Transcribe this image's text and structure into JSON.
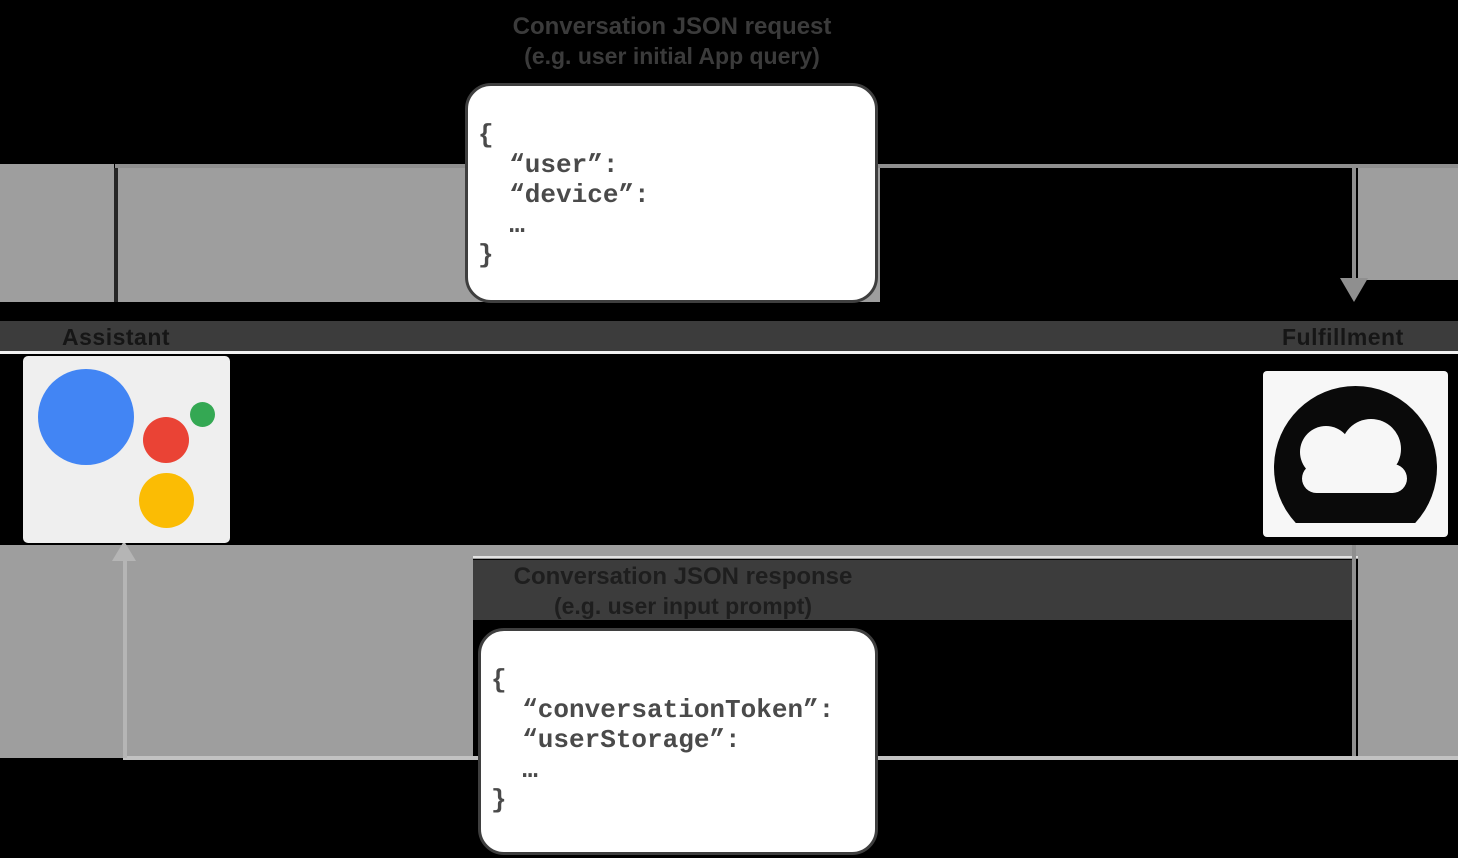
{
  "diagram": {
    "request": {
      "title": "Conversation JSON request",
      "subtitle": "(e.g. user initial App query)",
      "code": [
        "{",
        "  “user”:",
        "  “device”:",
        "  …",
        "}"
      ]
    },
    "response": {
      "title": "Conversation JSON response",
      "subtitle": "(e.g. user input prompt)",
      "code": [
        "{",
        "  “conversationToken”:",
        "  “userStorage”:",
        "  …",
        "}"
      ]
    },
    "nodes": {
      "assistant": {
        "label": "Assistant"
      },
      "fulfillment": {
        "label": "Fulfillment"
      }
    },
    "colors": {
      "assistant_blue": "#4285f4",
      "assistant_red": "#ea4335",
      "assistant_green": "#34a853",
      "assistant_yellow": "#fbbc04",
      "arrow_gray": "#8f8f8f",
      "band_dark": "#3c3c3c",
      "panel_gray": "#9e9e9e",
      "cloud_black": "#0a0a0a"
    }
  }
}
